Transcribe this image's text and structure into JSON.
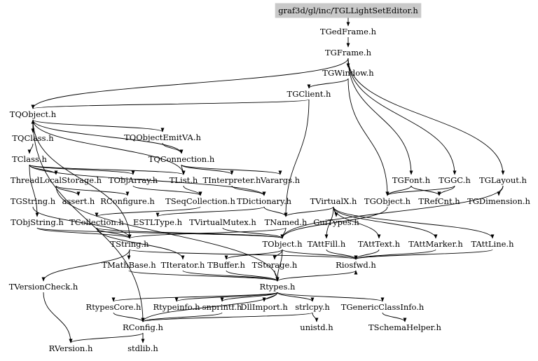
{
  "diagram": {
    "root": "graf3d/gl/inc/TGLLightSetEditor.h",
    "nodes": [
      {
        "id": "root",
        "label": "graf3d/gl/inc/TGLLightSetEditor.h"
      },
      {
        "id": "TGedFrame",
        "label": "TGedFrame.h"
      },
      {
        "id": "TGFrame",
        "label": "TGFrame.h"
      },
      {
        "id": "TGWindow",
        "label": "TGWindow.h"
      },
      {
        "id": "TGClient",
        "label": "TGClient.h"
      },
      {
        "id": "TQObject",
        "label": "TQObject.h"
      },
      {
        "id": "TQClass",
        "label": "TQClass.h"
      },
      {
        "id": "TQObjectEmitVA",
        "label": "TQObjectEmitVA.h"
      },
      {
        "id": "TClass",
        "label": "TClass.h"
      },
      {
        "id": "TQConnection",
        "label": "TQConnection.h"
      },
      {
        "id": "ThreadLocalStorage",
        "label": "ThreadLocalStorage.h"
      },
      {
        "id": "TObjArray",
        "label": "TObjArray.h"
      },
      {
        "id": "TList",
        "label": "TList.h"
      },
      {
        "id": "TInterpreter",
        "label": "TInterpreter.h"
      },
      {
        "id": "Varargs",
        "label": "Varargs.h"
      },
      {
        "id": "TGFont",
        "label": "TGFont.h"
      },
      {
        "id": "TGGC",
        "label": "TGGC.h"
      },
      {
        "id": "TGLayout",
        "label": "TGLayout.h"
      },
      {
        "id": "TGString",
        "label": "TGString.h"
      },
      {
        "id": "assert",
        "label": "assert.h"
      },
      {
        "id": "RConfigure",
        "label": "RConfigure.h"
      },
      {
        "id": "TSeqCollection",
        "label": "TSeqCollection.h"
      },
      {
        "id": "TDictionary",
        "label": "TDictionary.h"
      },
      {
        "id": "TVirtualX",
        "label": "TVirtualX.h"
      },
      {
        "id": "TGObject",
        "label": "TGObject.h"
      },
      {
        "id": "TRefCnt",
        "label": "TRefCnt.h"
      },
      {
        "id": "TGDimension",
        "label": "TGDimension.h"
      },
      {
        "id": "TObjString",
        "label": "TObjString.h"
      },
      {
        "id": "TCollection",
        "label": "TCollection.h"
      },
      {
        "id": "ESTLType",
        "label": "ESTLType.h"
      },
      {
        "id": "TVirtualMutex",
        "label": "TVirtualMutex.h"
      },
      {
        "id": "TNamed",
        "label": "TNamed.h"
      },
      {
        "id": "GuiTypes",
        "label": "GuiTypes.h"
      },
      {
        "id": "TString",
        "label": "TString.h"
      },
      {
        "id": "TObject",
        "label": "TObject.h"
      },
      {
        "id": "TAttFill",
        "label": "TAttFill.h"
      },
      {
        "id": "TAttText",
        "label": "TAttText.h"
      },
      {
        "id": "TAttMarker",
        "label": "TAttMarker.h"
      },
      {
        "id": "TAttLine",
        "label": "TAttLine.h"
      },
      {
        "id": "TMathBase",
        "label": "TMathBase.h"
      },
      {
        "id": "TIterator",
        "label": "TIterator.h"
      },
      {
        "id": "TBuffer",
        "label": "TBuffer.h"
      },
      {
        "id": "TStorage",
        "label": "TStorage.h"
      },
      {
        "id": "Riosfwd",
        "label": "Riosfwd.h"
      },
      {
        "id": "TVersionCheck",
        "label": "TVersionCheck.h"
      },
      {
        "id": "Rtypes",
        "label": "Rtypes.h"
      },
      {
        "id": "RtypesCore",
        "label": "RtypesCore.h"
      },
      {
        "id": "Rtypeinfo",
        "label": "Rtypeinfo.h"
      },
      {
        "id": "snprintf",
        "label": "snprintf.h"
      },
      {
        "id": "DllImport",
        "label": "DllImport.h"
      },
      {
        "id": "strlcpy",
        "label": "strlcpy.h"
      },
      {
        "id": "TGenericClassInfo",
        "label": "TGenericClassInfo.h"
      },
      {
        "id": "RConfig",
        "label": "RConfig.h"
      },
      {
        "id": "unistd",
        "label": "unistd.h"
      },
      {
        "id": "TSchemaHelper",
        "label": "TSchemaHelper.h"
      },
      {
        "id": "RVersion",
        "label": "RVersion.h"
      },
      {
        "id": "stdlib",
        "label": "stdlib.h"
      }
    ],
    "edges": [
      [
        "root",
        "TGedFrame"
      ],
      [
        "TGedFrame",
        "TGFrame"
      ],
      [
        "TGFrame",
        "TGWindow"
      ],
      [
        "TGFrame",
        "TQObject"
      ],
      [
        "TGFrame",
        "TGFont"
      ],
      [
        "TGFrame",
        "TGGC"
      ],
      [
        "TGFrame",
        "TGLayout"
      ],
      [
        "TGWindow",
        "TGClient"
      ],
      [
        "TGWindow",
        "TGObject"
      ],
      [
        "TGClient",
        "TQObject"
      ],
      [
        "TGClient",
        "TNamed"
      ],
      [
        "TQObject",
        "TQClass"
      ],
      [
        "TQObject",
        "TQObjectEmitVA"
      ],
      [
        "TQObject",
        "TList"
      ],
      [
        "TQObject",
        "TString"
      ],
      [
        "TQObject",
        "RConfig"
      ],
      [
        "TQClass",
        "TClass"
      ],
      [
        "TQObjectEmitVA",
        "TQConnection"
      ],
      [
        "TQConnection",
        "TQObject"
      ],
      [
        "TQConnection",
        "TList"
      ],
      [
        "TQConnection",
        "TInterpreter"
      ],
      [
        "TQConnection",
        "Varargs"
      ],
      [
        "TClass",
        "ThreadLocalStorage"
      ],
      [
        "TClass",
        "TObjArray"
      ],
      [
        "TClass",
        "TDictionary"
      ],
      [
        "TClass",
        "TObjString"
      ],
      [
        "TClass",
        "TList"
      ],
      [
        "ThreadLocalStorage",
        "assert"
      ],
      [
        "ThreadLocalStorage",
        "RConfigure"
      ],
      [
        "ThreadLocalStorage",
        "Rtypes"
      ],
      [
        "TObjArray",
        "TSeqCollection"
      ],
      [
        "TList",
        "TSeqCollection"
      ],
      [
        "TInterpreter",
        "TDictionary"
      ],
      [
        "TSeqCollection",
        "TCollection"
      ],
      [
        "TDictionary",
        "TNamed"
      ],
      [
        "TDictionary",
        "ESTLType"
      ],
      [
        "TGFont",
        "TGObject"
      ],
      [
        "TGFont",
        "TRefCnt"
      ],
      [
        "TGGC",
        "TGObject"
      ],
      [
        "TGGC",
        "TRefCnt"
      ],
      [
        "TGLayout",
        "TGDimension"
      ],
      [
        "TGLayout",
        "TObject"
      ],
      [
        "TGString",
        "TString"
      ],
      [
        "TVirtualX",
        "GuiTypes"
      ],
      [
        "TVirtualX",
        "TNamed"
      ],
      [
        "TVirtualX",
        "TAttFill"
      ],
      [
        "TVirtualX",
        "TAttText"
      ],
      [
        "TVirtualX",
        "TAttMarker"
      ],
      [
        "TVirtualX",
        "TAttLine"
      ],
      [
        "TGObject",
        "TObject"
      ],
      [
        "TObjString",
        "TString"
      ],
      [
        "TObjString",
        "TObject"
      ],
      [
        "TCollection",
        "TObject"
      ],
      [
        "TCollection",
        "TIterator"
      ],
      [
        "TCollection",
        "TString"
      ],
      [
        "TVirtualMutex",
        "TObject"
      ],
      [
        "TNamed",
        "TObject"
      ],
      [
        "TNamed",
        "TString"
      ],
      [
        "TString",
        "TMathBase"
      ],
      [
        "TString",
        "Riosfwd"
      ],
      [
        "TString",
        "TVersionCheck"
      ],
      [
        "TObject",
        "TBuffer"
      ],
      [
        "TObject",
        "TStorage"
      ],
      [
        "TObject",
        "Riosfwd"
      ],
      [
        "TObject",
        "Rtypes"
      ],
      [
        "TAttFill",
        "Riosfwd"
      ],
      [
        "TAttText",
        "Riosfwd"
      ],
      [
        "TAttMarker",
        "Riosfwd"
      ],
      [
        "TAttLine",
        "Riosfwd"
      ],
      [
        "TMathBase",
        "Rtypes"
      ],
      [
        "TIterator",
        "Rtypes"
      ],
      [
        "TBuffer",
        "Rtypes"
      ],
      [
        "TStorage",
        "Rtypes"
      ],
      [
        "TVersionCheck",
        "RVersion"
      ],
      [
        "Rtypes",
        "RtypesCore"
      ],
      [
        "Rtypes",
        "Rtypeinfo"
      ],
      [
        "Rtypes",
        "snprintf"
      ],
      [
        "Rtypes",
        "DllImport"
      ],
      [
        "Rtypes",
        "strlcpy"
      ],
      [
        "Rtypes",
        "TGenericClassInfo"
      ],
      [
        "Rtypes",
        "RConfig"
      ],
      [
        "Rtypes",
        "Riosfwd"
      ],
      [
        "RtypesCore",
        "RConfig"
      ],
      [
        "snprintf",
        "RConfig"
      ],
      [
        "strlcpy",
        "RConfig"
      ],
      [
        "strlcpy",
        "unistd"
      ],
      [
        "TGenericClassInfo",
        "TSchemaHelper"
      ],
      [
        "RConfig",
        "RVersion"
      ],
      [
        "RConfig",
        "stdlib"
      ]
    ]
  }
}
